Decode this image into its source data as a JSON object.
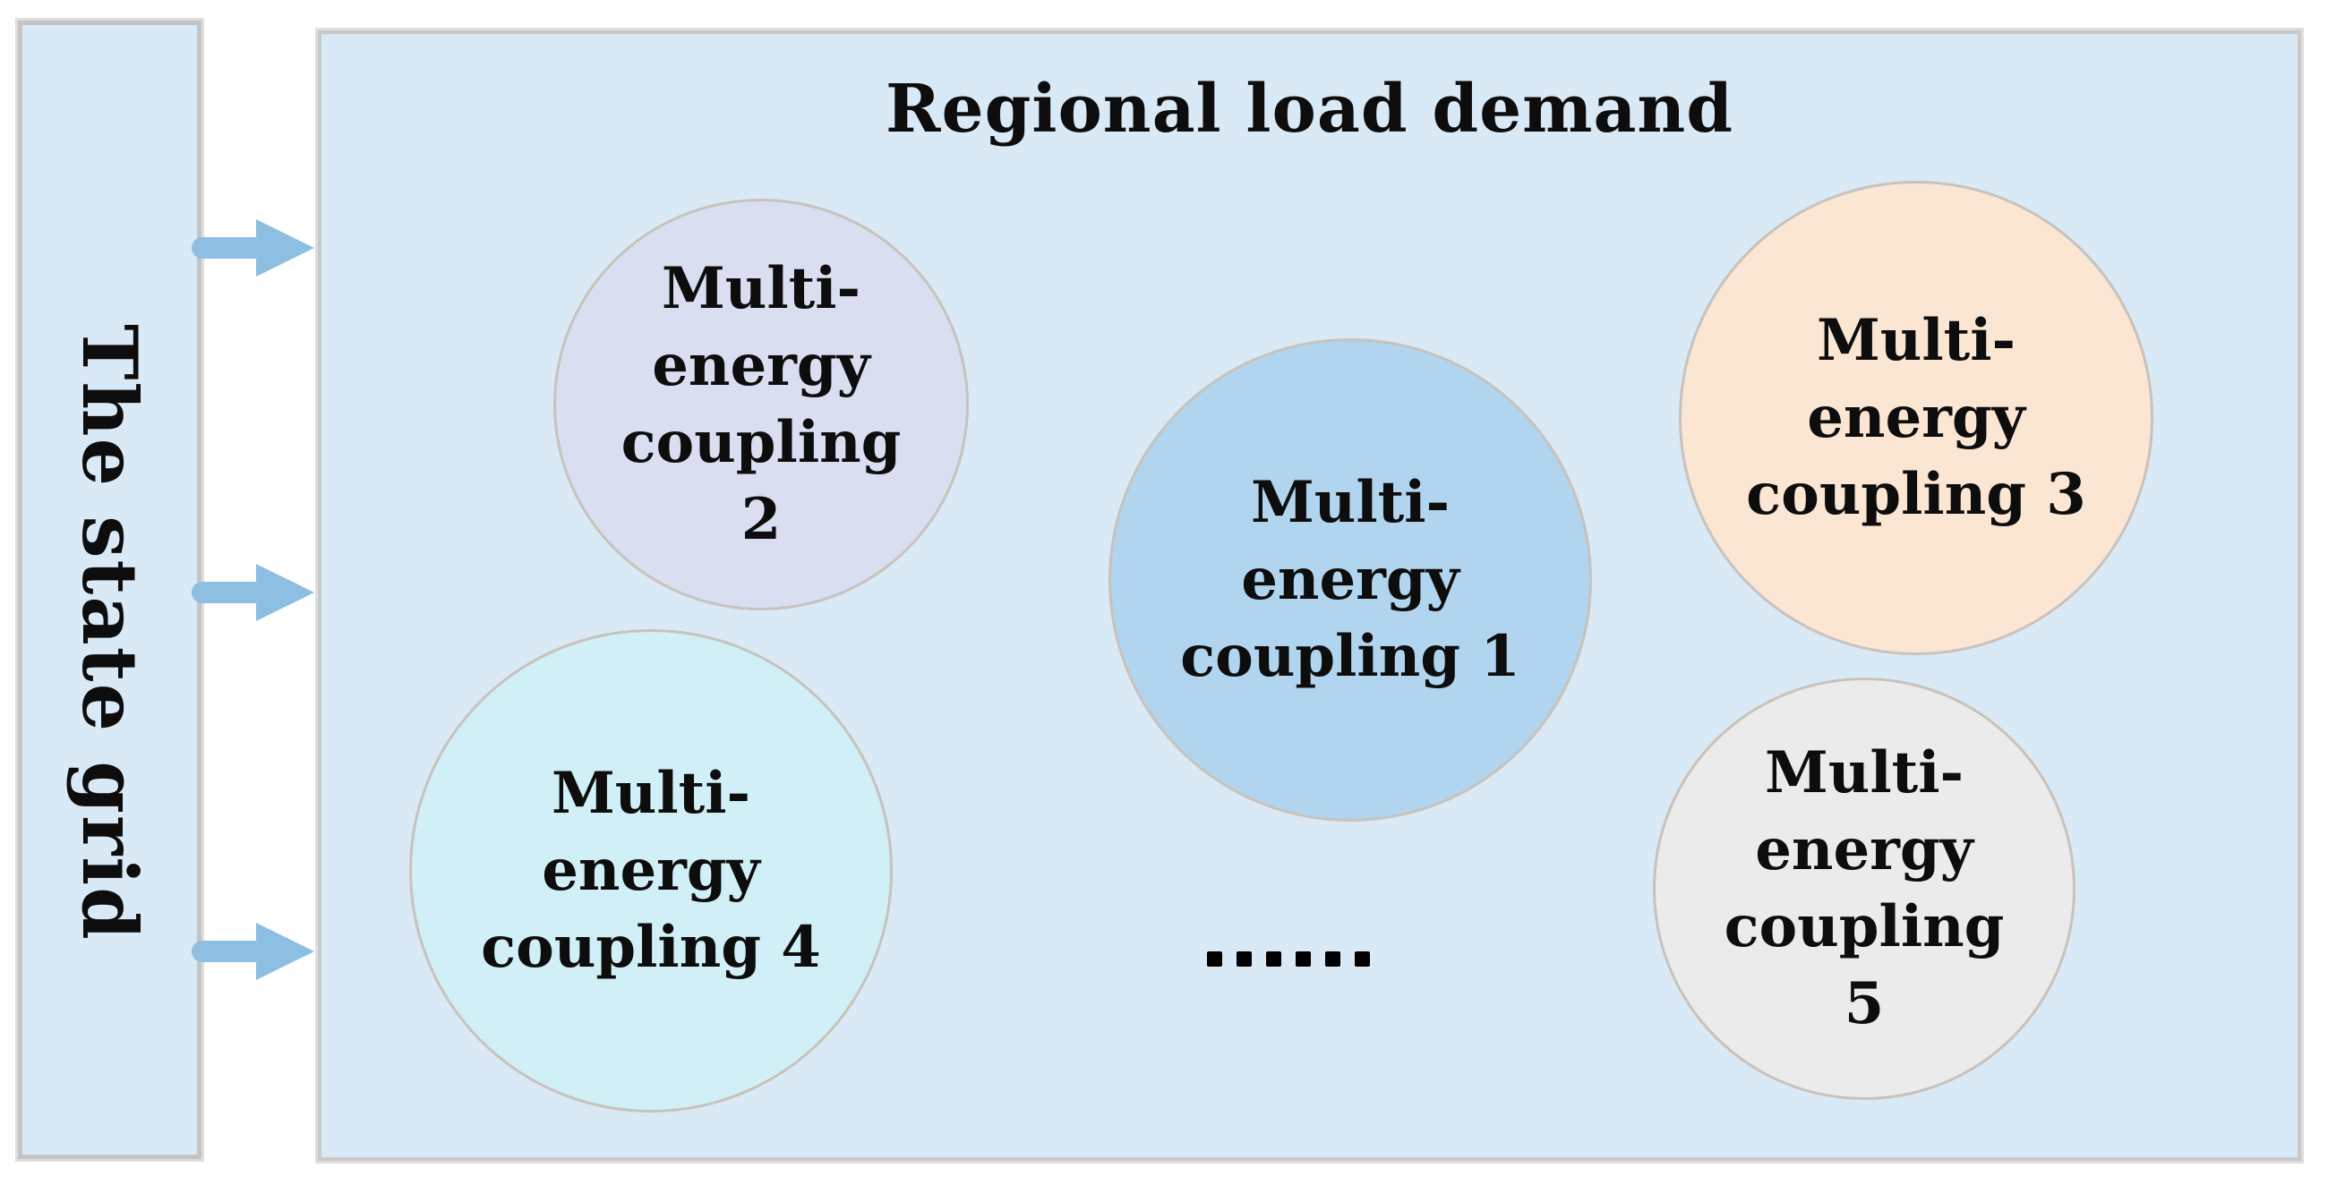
{
  "figure": {
    "left_bar": {
      "label": "The state grid"
    },
    "main_panel": {
      "title": "Regional load demand"
    },
    "arrows": {
      "count": 3,
      "direction": "right",
      "color": "#8cbfe1"
    },
    "circles": [
      {
        "name": "multi-energy-coupling-1",
        "label": "Multi-energy coupling 1",
        "lines": [
          "Multi-",
          "energy",
          "coupling 1"
        ],
        "fill": "#b1d5ee"
      },
      {
        "name": "multi-energy-coupling-2",
        "label": "Multi-energy coupling 2",
        "lines": [
          "Multi-",
          "energy",
          "coupling",
          "2"
        ],
        "fill": "#d9dff0"
      },
      {
        "name": "multi-energy-coupling-3",
        "label": "Multi-energy coupling 3",
        "lines": [
          "Multi-",
          "energy",
          "coupling 3"
        ],
        "fill": "#fbe5d3"
      },
      {
        "name": "multi-energy-coupling-4",
        "label": "Multi-energy coupling 4",
        "lines": [
          "Multi-",
          "energy",
          "coupling 4"
        ],
        "fill": "#d0eff6"
      },
      {
        "name": "multi-energy-coupling-5",
        "label": "Multi-energy coupling 5",
        "lines": [
          "Multi-",
          "energy",
          "coupling",
          "5"
        ],
        "fill": "#ebebec"
      }
    ],
    "ellipsis": {
      "dot_count": 6
    },
    "colors": {
      "panel_fill": "#dae9f6",
      "panel_border": "#c6c6c6",
      "circle_border": "#c7c3bc",
      "arrow": "#8cbfe1",
      "text": "#0d0d0d"
    }
  }
}
